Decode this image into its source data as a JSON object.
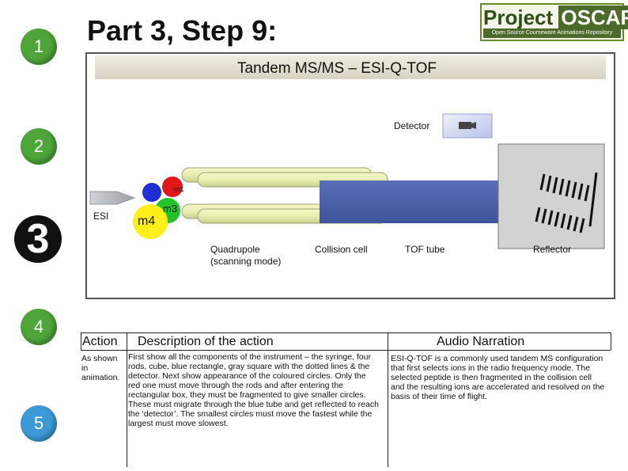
{
  "steps": [
    {
      "number": "1"
    },
    {
      "number": "2"
    },
    {
      "number": "3"
    },
    {
      "number": "4"
    },
    {
      "number": "5"
    }
  ],
  "header": {
    "title": "Part 3, Step 9:"
  },
  "logo": {
    "line1_a": "Project ",
    "line1_b": "OSCAR",
    "line2": "Open Source Courseware Animations Repository"
  },
  "animation": {
    "banner": "Tandem MS/MS – ESI-Q-TOF",
    "detector": "Detector",
    "esi": "ESI",
    "m1": "m1",
    "m3": "m3",
    "m4": "m4",
    "quadrupole": "Quadrupole\n(scanning mode)",
    "collision_cell": "Collision cell",
    "tof_tube": "TOF tube",
    "reflector": "Reflector"
  },
  "table": {
    "action_header": "Action",
    "description_header": "Description of the action",
    "audio_header": "Audio Narration",
    "action_text": "As shown in animation.",
    "description_text": "First show all the components of the instrument – the syringe, four rods, cube, blue rectangle, gray square with the dotted lines & the detector. Next show appearance of the coloured circles. Only the red one must move through the rods and after entering the rectangular box, they must be fragmented to give smaller circles. These must migrate through the blue tube and get reflected to reach the ‘detector’. The smallest circles must move the fastest while the largest must move slowest.",
    "audio_text": "ESI-Q-TOF is a commonly used tandem MS configuration that first selects ions in the radio frequency mode. The selected peptide is then fragmented in the collision cell and the resulting ions are accelerated and resolved on the basis of their time of flight."
  },
  "colors": {
    "step_green": "#4ea63a",
    "step_blue": "#3d9ad6",
    "tof_blue": "#4a5fa8",
    "m1_blue": "#1f2fd6",
    "m3_green": "#22c22a",
    "m4_yellow": "#ffef1a"
  }
}
